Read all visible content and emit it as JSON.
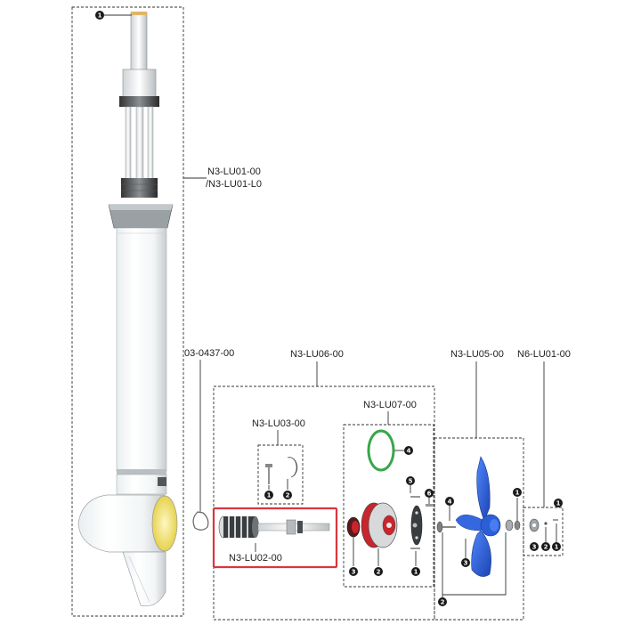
{
  "labels": {
    "n3_lu01": "N3-LU01-00",
    "n3_lu01_alt": "/N3-LU01-L0",
    "part_0437": "03-0437-00",
    "n3_lu06": "N3-LU06-00",
    "n3_lu07": "N3-LU07-00",
    "n3_lu05": "N3-LU05-00",
    "n6_lu01": "N6-LU01-00",
    "n3_lu03": "N3-LU03-00",
    "n3_lu02": "N3-LU02-00"
  },
  "callouts": {
    "shaft_top": "1",
    "lu03_screw": "1",
    "lu03_clip": "2",
    "lu07_seal": "3",
    "lu07_hub": "2",
    "lu07_oring": "4",
    "lu07_pin": "5",
    "lu07_bolt": "1",
    "lu07_6": "6",
    "lu05_washer": "4",
    "lu05_nut": "1",
    "lu05_prop": "3",
    "lu05_2": "2",
    "n6_1a": "1",
    "n6_3": "3",
    "n6_2": "2",
    "n6_1b": "1"
  },
  "colors": {
    "highlight_box": "#d9363e",
    "oring_green": "#3aa64a",
    "propeller_blue": "#2a5fd8",
    "hub_red": "#c9252c",
    "callout_fill": "#1a1a1a"
  }
}
